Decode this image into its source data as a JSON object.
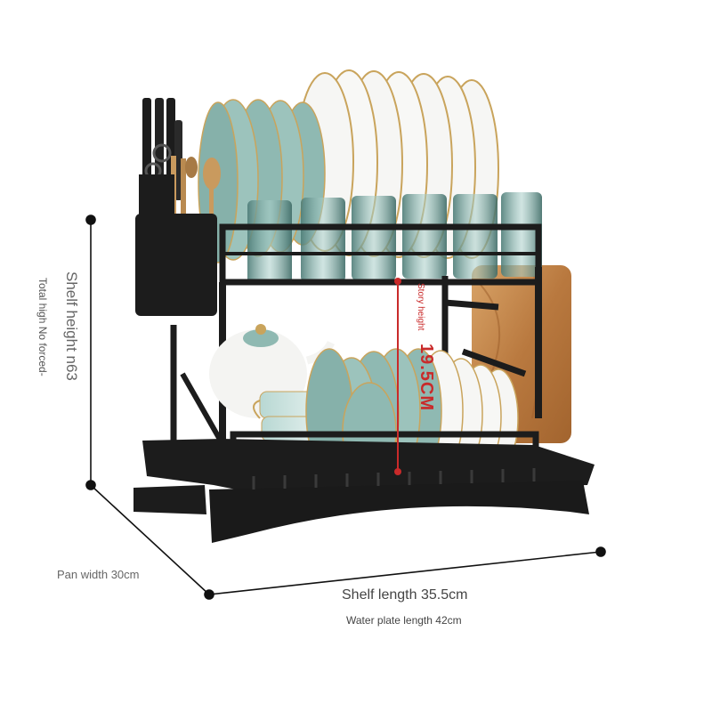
{
  "labels": {
    "shelf_height": "Shelf height n63",
    "total_high": "Total high No forced-",
    "pan_width": "Pan width 30cm",
    "shelf_length": "Shelf length 35.5cm",
    "water_plate_length": "Water plate length 42cm",
    "story_height": "Story height",
    "story_height_value": "19.5CM"
  },
  "colors": {
    "rack": "#1c1c1c",
    "plate": "#f6f6f4",
    "plate_rim": "#c9a45c",
    "teal_plate": "#8fb9b2",
    "glass": "#5f8f8a",
    "board": "#c48a4e",
    "dimension_line": "#111111",
    "story_line": "#c92a2a"
  }
}
